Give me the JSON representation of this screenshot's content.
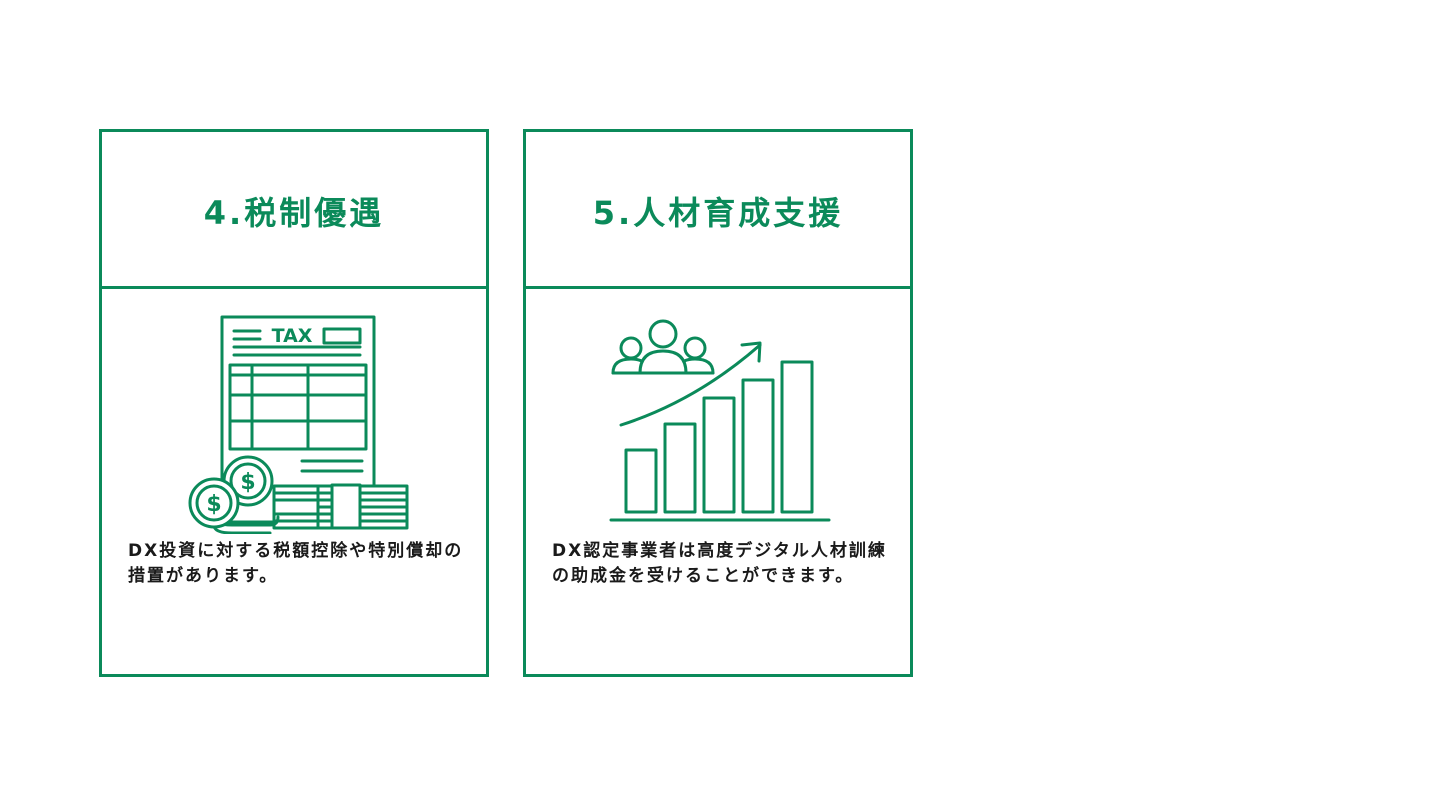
{
  "colors": {
    "accent": "#0b8a5a",
    "text": "#1a1a1a",
    "background": "#ffffff"
  },
  "cards": [
    {
      "title": "4.税制優遇",
      "illustration": "tax-document-with-coins-icon",
      "illustration_label": "TAX",
      "description": "DX投資に対する税額控除や特別償却の措置があります。"
    },
    {
      "title": "5.人材育成支援",
      "illustration": "people-growth-bar-chart-icon",
      "description": "DX認定事業者は高度デジタル人材訓練の助成金を受けることができます。"
    }
  ]
}
